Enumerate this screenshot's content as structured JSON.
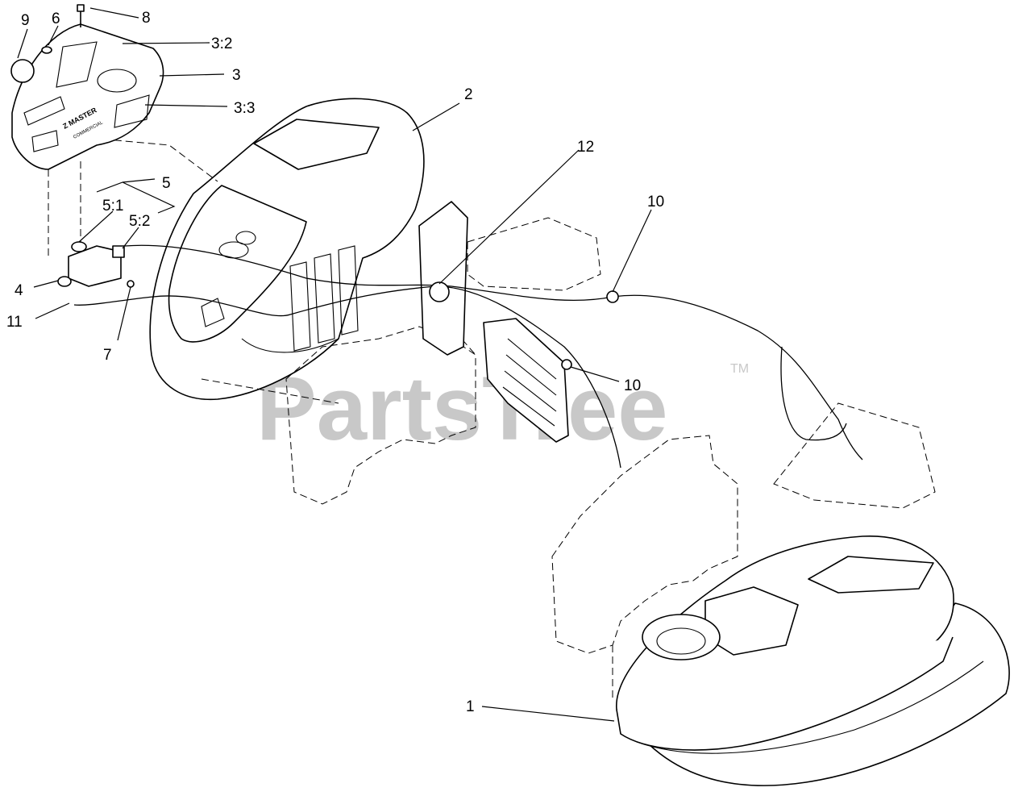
{
  "watermark": {
    "brand": "PartsTree",
    "trademark": "TM"
  },
  "panel_text": {
    "logo": "Z MASTER",
    "logo_sub": "COMMERCIAL"
  },
  "callouts": [
    {
      "id": "c9",
      "label": "9"
    },
    {
      "id": "c6",
      "label": "6"
    },
    {
      "id": "c8",
      "label": "8"
    },
    {
      "id": "c3-2",
      "label": "3:2"
    },
    {
      "id": "c3",
      "label": "3"
    },
    {
      "id": "c3-3",
      "label": "3:3"
    },
    {
      "id": "c2",
      "label": "2"
    },
    {
      "id": "c12",
      "label": "12"
    },
    {
      "id": "c10a",
      "label": "10"
    },
    {
      "id": "c5",
      "label": "5"
    },
    {
      "id": "c5-1",
      "label": "5:1"
    },
    {
      "id": "c5-2",
      "label": "5:2"
    },
    {
      "id": "c4",
      "label": "4"
    },
    {
      "id": "c11",
      "label": "11"
    },
    {
      "id": "c7",
      "label": "7"
    },
    {
      "id": "c10b",
      "label": "10"
    },
    {
      "id": "c1",
      "label": "1"
    }
  ]
}
